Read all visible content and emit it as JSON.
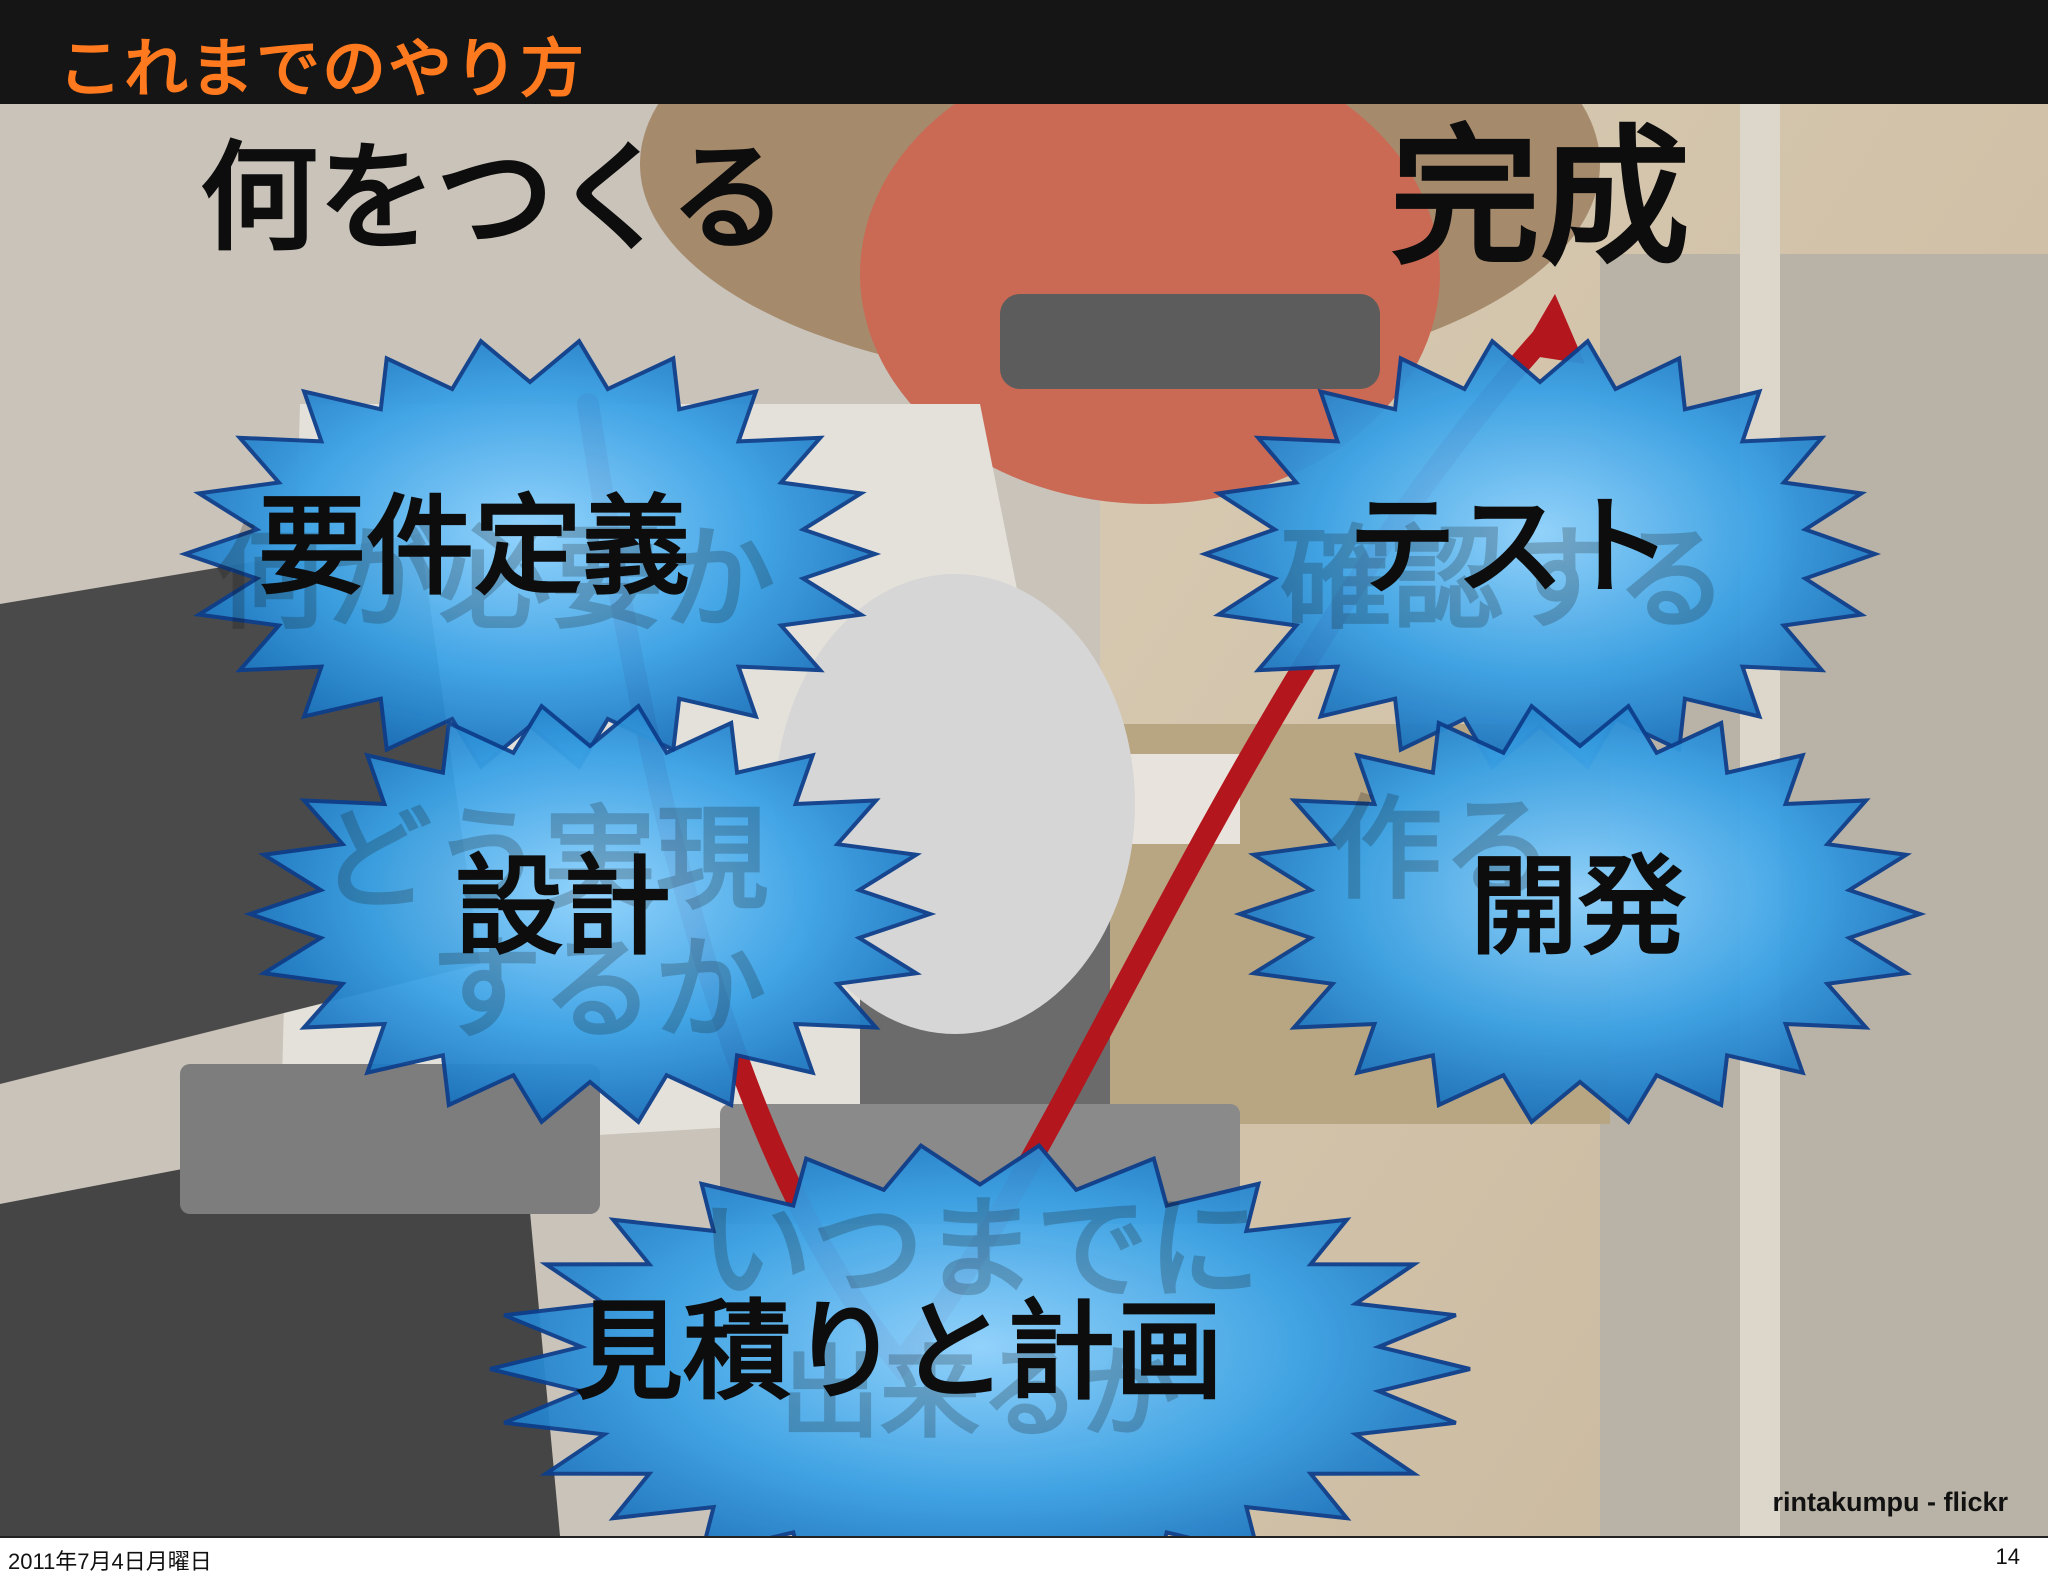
{
  "header": {
    "title": "これまでのやり方"
  },
  "phases": {
    "what": "何をつくる",
    "done": "完成",
    "need": "何が必要か",
    "howline1": "どう実現",
    "howline2": "するか",
    "make": "作る",
    "confirm": "確認する",
    "whenline1": "いつまでに",
    "whenline2": "出来るか"
  },
  "badges": {
    "requirements": "要件定義",
    "test": "テスト",
    "design": "設計",
    "development": "開発",
    "estimate": "見積りと計画"
  },
  "credit": "rintakumpu - flickr",
  "footer": {
    "date": "2011年7月4日月曜日",
    "page": "14"
  },
  "colors": {
    "header_bg": "#151515",
    "title": "#ff7a1e",
    "v_line": "#b3161c",
    "badge": "#3aa2e6"
  }
}
